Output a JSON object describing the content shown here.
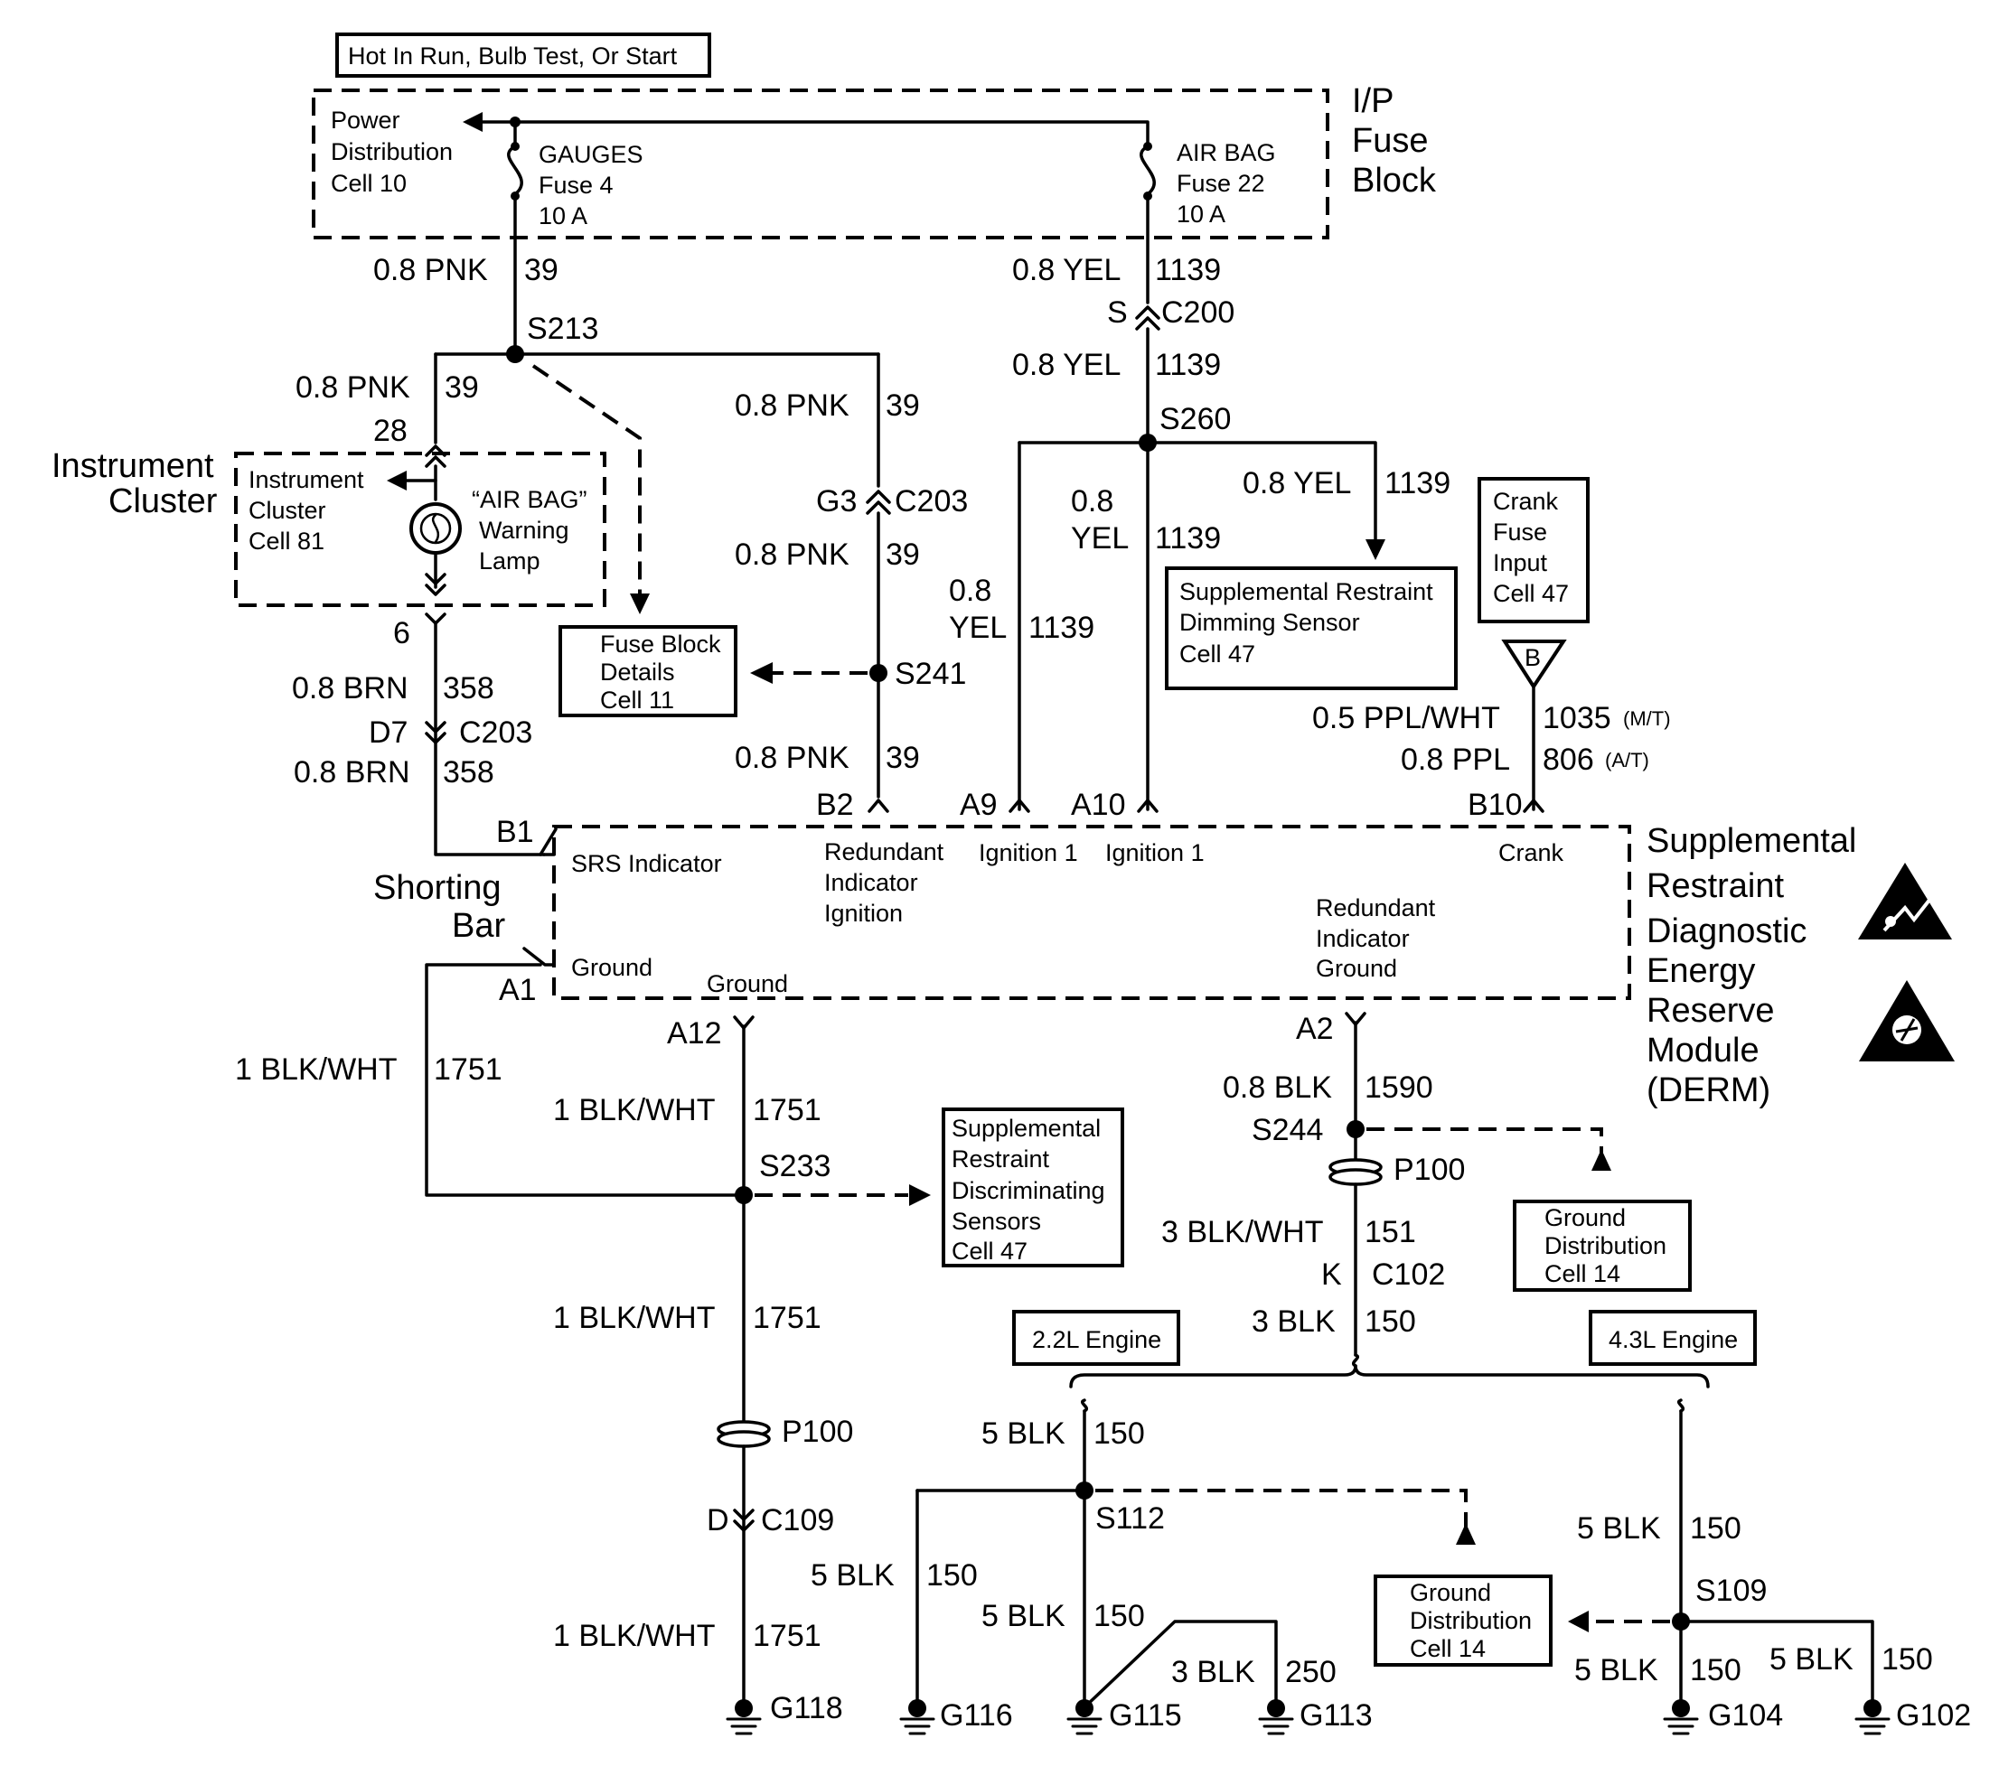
{
  "top_note": "Hot In Run, Bulb Test, Or Start",
  "fuse_block": {
    "title": [
      "I/P",
      "Fuse",
      "Block"
    ],
    "power_ref": [
      "Power",
      "Distribution",
      "Cell 10"
    ],
    "fuse_gauges": [
      "GAUGES",
      "Fuse 4",
      "10 A"
    ],
    "fuse_airbag": [
      "AIR BAG",
      "Fuse 22",
      "10 A"
    ]
  },
  "instrument_cluster": {
    "title": [
      "Instrument",
      "Cluster"
    ],
    "ref": [
      "Instrument",
      "Cluster",
      "Cell 81"
    ],
    "lamp": [
      "“AIR BAG”",
      "Warning",
      "Lamp"
    ],
    "pin_top": "28",
    "pin_bottom": "6"
  },
  "wires": {
    "w1": "0.8 PNK",
    "w1n": "39",
    "w2": "0.8 PNK",
    "w2n": "39",
    "w3": "0.8 PNK",
    "w3n": "39",
    "w4": "0.8 PNK",
    "w4n": "39",
    "w5": "0.8 PNK",
    "w5n": "39",
    "y1": "0.8 YEL",
    "y1n": "1139",
    "y2": "0.8 YEL",
    "y2n": "1139",
    "y3": "0.8 YEL",
    "y3n": "1139",
    "y4a": "0.8",
    "y4b": "YEL",
    "y4n": "1139",
    "y5a": "0.8",
    "y5b": "YEL",
    "y5n": "1139",
    "brn1": "0.8 BRN",
    "brn1n": "358",
    "brn2": "0.8 BRN",
    "brn2n": "358",
    "ppw": "0.5 PPL/WHT",
    "ppwn": "1035",
    "ppw_note": "(M/T)",
    "ppl": "0.8 PPL",
    "ppln": "806",
    "ppl_note": "(A/T)",
    "bw1": "1 BLK/WHT",
    "bw1n": "1751",
    "bw2": "1 BLK/WHT",
    "bw2n": "1751",
    "bw3": "1 BLK/WHT",
    "bw3n": "1751",
    "bw4": "1 BLK/WHT",
    "bw4n": "1751",
    "bk1": "0.8 BLK",
    "bk1n": "1590",
    "bk2": "3 BLK/WHT",
    "bk2n": "151",
    "bk3": "3 BLK",
    "bk3n": "150",
    "g1": "5 BLK",
    "g1n": "150",
    "g2": "5 BLK",
    "g2n": "150",
    "g3": "5 BLK",
    "g3n": "150",
    "g4": "3 BLK",
    "g4n": "250",
    "g5": "5 BLK",
    "g5n": "150",
    "g6": "5 BLK",
    "g6n": "150",
    "g7": "5 BLK",
    "g7n": "150"
  },
  "splices": {
    "s213": "S213",
    "s241": "S241",
    "s260": "S260",
    "s233": "S233",
    "s244": "S244",
    "s112": "S112",
    "s109": "S109"
  },
  "connectors": {
    "c200_pin": "S",
    "c200": "C200",
    "c203a_pin": "G3",
    "c203a": "C203",
    "c203b_pin": "D7",
    "c203b": "C203",
    "c109_pin": "D",
    "c109": "C109",
    "c102_pin": "K",
    "c102": "C102",
    "p100a": "P100",
    "p100b": "P100"
  },
  "refs": {
    "fuse_details": [
      "Fuse Block",
      "Details",
      "Cell 11"
    ],
    "dimming": [
      "Supplemental Restraint",
      "Dimming Sensor",
      "Cell 47"
    ],
    "crank_fuse": [
      "Crank",
      "Fuse",
      "Input",
      "Cell 47"
    ],
    "crank_symbol": "B",
    "discriminating": [
      "Supplemental",
      "Restraint",
      "Discriminating",
      "Sensors",
      "Cell 47"
    ],
    "ground_dist1": [
      "Ground",
      "Distribution",
      "Cell 14"
    ],
    "ground_dist2": [
      "Ground",
      "Distribution",
      "Cell 14"
    ],
    "engine22": "2.2L Engine",
    "engine43": "4.3L Engine"
  },
  "derm": {
    "title": [
      "Supplemental",
      "Restraint",
      "Diagnostic",
      "Energy",
      "Reserve",
      "Module",
      "(DERM)"
    ],
    "pins": {
      "b1": "B1",
      "a1": "A1",
      "b2": "B2",
      "a9": "A9",
      "a10": "A10",
      "b10": "B10",
      "a12": "A12",
      "a2": "A2"
    },
    "labels": {
      "srs": "SRS Indicator",
      "ground1": "Ground",
      "redundant_ign": [
        "Redundant",
        "Indicator",
        "Ignition"
      ],
      "ign1a": "Ignition 1",
      "ign1b": "Ignition 1",
      "crank": "Crank",
      "ground2": "Ground",
      "redundant_gnd": [
        "Redundant",
        "Indicator",
        "Ground"
      ]
    },
    "shorting_bar": [
      "Shorting",
      "Bar"
    ]
  },
  "grounds": {
    "g118": "G118",
    "g116": "G116",
    "g115": "G115",
    "g113": "G113",
    "g104": "G104",
    "g102": "G102"
  }
}
